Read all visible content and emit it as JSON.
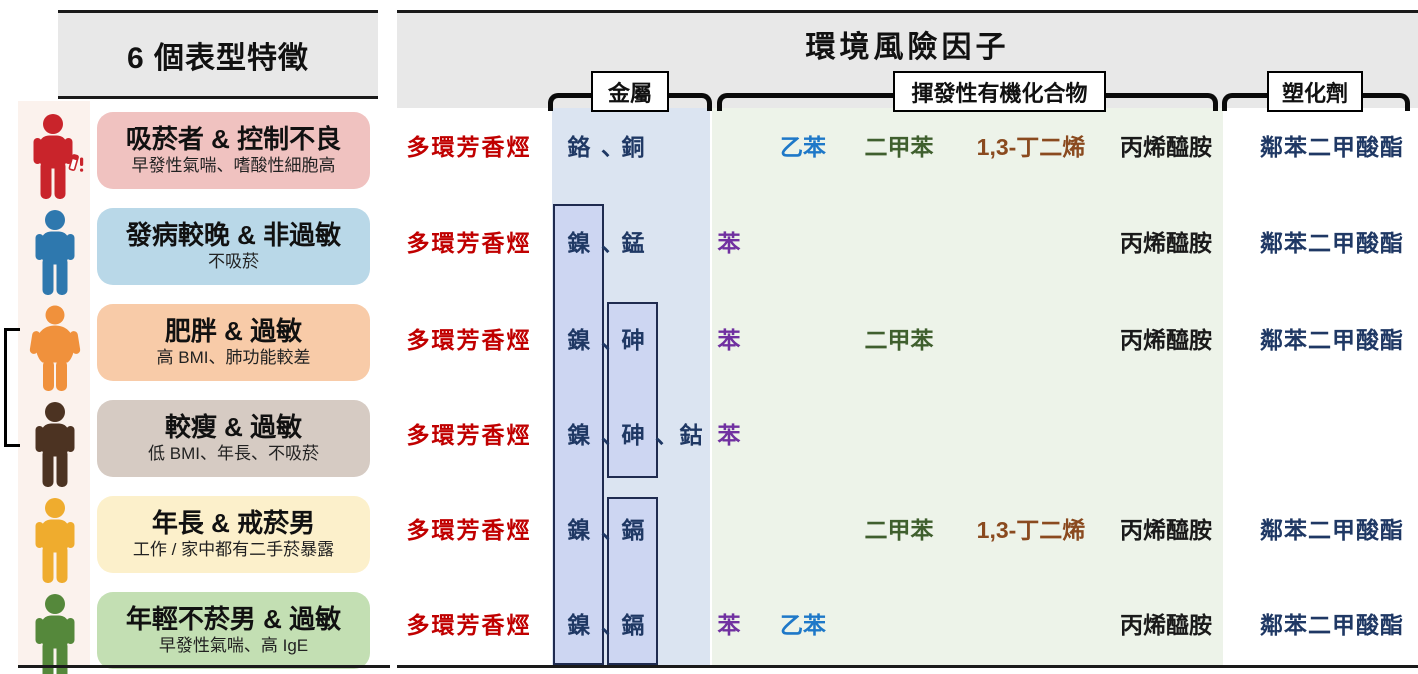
{
  "left_panel": {
    "header": "6 個表型特徵",
    "rows": [
      {
        "title": "吸菸者 & 控制不良",
        "subtitle": "早發性氣喘、嗜酸性細胞高",
        "icon": "smoker-person"
      },
      {
        "title": "發病較晚 & 非過敏",
        "subtitle": "不吸菸",
        "icon": "standard-person"
      },
      {
        "title": "肥胖 & 過敏",
        "subtitle": "高 BMI、肺功能較差",
        "icon": "obese-person"
      },
      {
        "title": "較瘦 & 過敏",
        "subtitle": "低 BMI、年長、不吸菸",
        "icon": "standard-person"
      },
      {
        "title": "年長 & 戒菸男",
        "subtitle": "工作 / 家中都有二手菸暴露",
        "icon": "standard-person"
      },
      {
        "title": "年輕不菸男 & 過敏",
        "subtitle": "早發性氣喘、高 IgE",
        "icon": "standard-person"
      }
    ],
    "pair_bracket_rows": "3-4"
  },
  "right_panel": {
    "header": "環境風險因子",
    "groups": {
      "metals": "金屬",
      "vocs": "揮發性有機化合物",
      "plasticizers": "塑化劑"
    },
    "sep": "、",
    "rows": [
      {
        "pah": "多環芳香烴",
        "metals": [
          "鉻",
          "銅"
        ],
        "vocs": {
          "ethylbenzene": "乙苯",
          "xylene": "二甲苯",
          "butadiene": "1,3-丁二烯",
          "acrylamide": "丙烯醯胺"
        },
        "plasticizer": "鄰苯二甲酸酯"
      },
      {
        "pah": "多環芳香烴",
        "metals": [
          "鎳",
          "錳"
        ],
        "vocs": {
          "benzene": "苯",
          "acrylamide": "丙烯醯胺"
        },
        "plasticizer": "鄰苯二甲酸酯"
      },
      {
        "pah": "多環芳香烴",
        "metals": [
          "鎳",
          "砷"
        ],
        "vocs": {
          "benzene": "苯",
          "xylene": "二甲苯",
          "acrylamide": "丙烯醯胺"
        },
        "plasticizer": "鄰苯二甲酸酯"
      },
      {
        "pah": "多環芳香烴",
        "metals": [
          "鎳",
          "砷",
          "鈷"
        ],
        "vocs": {
          "benzene": "苯"
        }
      },
      {
        "pah": "多環芳香烴",
        "metals": [
          "鎳",
          "鎘"
        ],
        "vocs": {
          "xylene": "二甲苯",
          "butadiene": "1,3-丁二烯",
          "acrylamide": "丙烯醯胺"
        },
        "plasticizer": "鄰苯二甲酸酯"
      },
      {
        "pah": "多環芳香烴",
        "metals": [
          "鎳",
          "鎘"
        ],
        "vocs": {
          "benzene": "苯",
          "ethylbenzene": "乙苯",
          "acrylamide": "丙烯醯胺"
        },
        "plasticizer": "鄰苯二甲酸酯"
      }
    ],
    "shared_metal_boxes": [
      {
        "metal": "鎳",
        "rows": "2-6"
      },
      {
        "metal": "砷",
        "rows": "3-4"
      },
      {
        "metal": "鎘",
        "rows": "5-6"
      }
    ]
  },
  "colors": {
    "pah-red": "#C00000",
    "metal-navy": "#1F3864",
    "benzene-purple": "#7030A0",
    "ethylbenzene-blue": "#1E78C8",
    "xylene-green": "#3F5F2E",
    "butadiene-brown": "#8A4A1F",
    "acrylamide-black": "#1A1A1A",
    "phthalate-navy": "#1F3864",
    "metals-band": "#DBE4F1",
    "vocs-band": "#EDF3E9",
    "metal-box-fill": "#CDD6F2",
    "metal-box-border": "#1F2B50",
    "header-bg": "#E8E8E8",
    "strip-bg": "#FBF2ED",
    "icon-1": "#C9242B",
    "icon-2": "#2E78AE",
    "icon-3": "#F0913C",
    "icon-4": "#4C3322",
    "icon-5": "#EFAC2E",
    "icon-6": "#55883B",
    "label-1": "#F0C2C0",
    "label-2": "#B9D8E8",
    "label-3": "#F8CBA8",
    "label-4": "#D6CBC3",
    "label-5": "#FCF0CB",
    "label-6": "#C3DFB3"
  }
}
